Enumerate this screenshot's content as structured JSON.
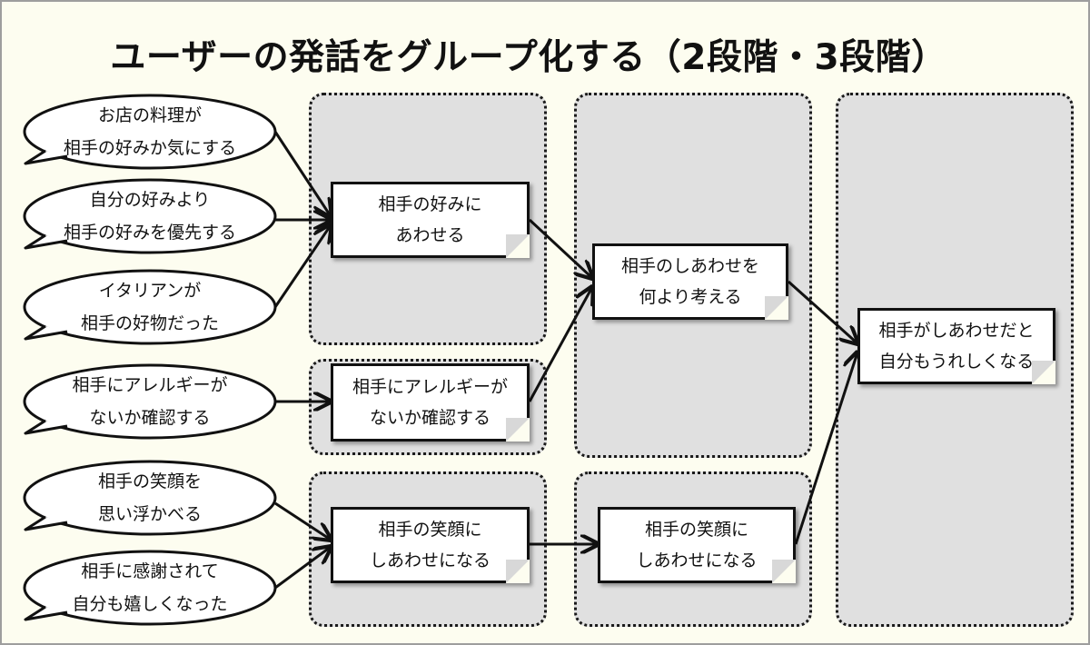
{
  "title": "ユーザーの発話をグループ化する（2段階・3段階）",
  "colors": {
    "background": "#fdfdf0",
    "group_fill": "#e0e0e0",
    "card_fill": "#ffffff",
    "line": "#111111"
  },
  "utterances": [
    {
      "line1": "お店の料理が",
      "line2": "相手の好みか気にする"
    },
    {
      "line1": "自分の好みより",
      "line2": "相手の好みを優先する"
    },
    {
      "line1": "イタリアンが",
      "line2": "相手の好物だった"
    },
    {
      "line1": "相手にアレルギーが",
      "line2": "ないか確認する"
    },
    {
      "line1": "相手の笑顔を",
      "line2": "思い浮かべる"
    },
    {
      "line1": "相手に感謝されて",
      "line2": "自分も嬉しくなった"
    }
  ],
  "level1": [
    {
      "line1": "相手の好みに",
      "line2": "あわせる"
    },
    {
      "line1": "相手にアレルギーが",
      "line2": "ないか確認する"
    },
    {
      "line1": "相手の笑顔に",
      "line2": "しあわせになる"
    }
  ],
  "level2": [
    {
      "line1": "相手のしあわせを",
      "line2": "何より考える"
    },
    {
      "line1": "相手の笑顔に",
      "line2": "しあわせになる"
    }
  ],
  "level3": [
    {
      "line1": "相手がしあわせだと",
      "line2": "自分もうれしくなる"
    }
  ]
}
